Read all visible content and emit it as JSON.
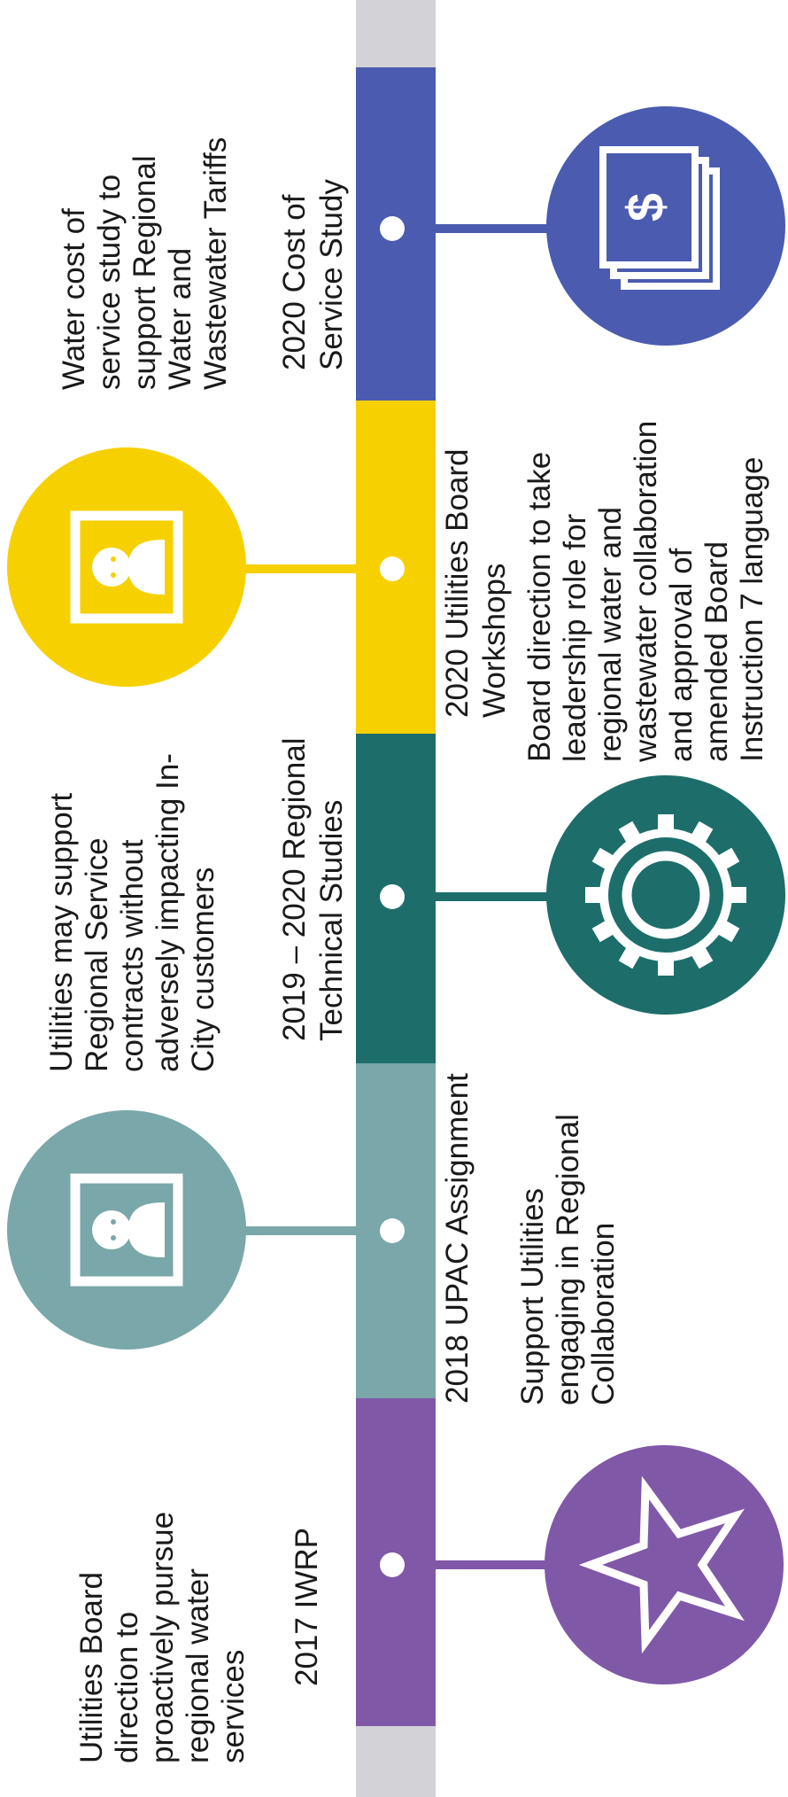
{
  "colors": {
    "cap": "#d3d2d7",
    "purple": "#8058a8",
    "gray_teal": "#7aa7a9",
    "dark_teal": "#1d6e6a",
    "yellow": "#f7d000",
    "blue": "#4a5bb0"
  },
  "milestones": [
    {
      "title": "2017 IWRP",
      "description": "Utilities Board\ndirection to\nproactively pursue\nregional water\nservices",
      "icon": "star-icon"
    },
    {
      "title": "2018 UPAC Assignment",
      "description": "Support Utilities\nengaging in Regional\nCollaboration",
      "icon": "person-portrait-icon"
    },
    {
      "title": "2019 – 2020 Regional\nTechnical Studies",
      "description": "Utilities may support\nRegional Service\ncontracts without\nadversely impacting In-\nCity customers",
      "icon": "gear-icon"
    },
    {
      "title": "2020 Utilities Board\nWorkshops",
      "description": "Board direction to take\nleadership role for\nregional water and\nwastewater collaboration\nand approval of\namended Board\nInstruction  7 language",
      "icon": "person-portrait-icon"
    },
    {
      "title": "2020 Cost of\nService Study",
      "description": "Water cost of\nservice study to\nsupport Regional\nWater and\nWastewater Tariffs",
      "icon": "dollar-bills-icon"
    }
  ]
}
